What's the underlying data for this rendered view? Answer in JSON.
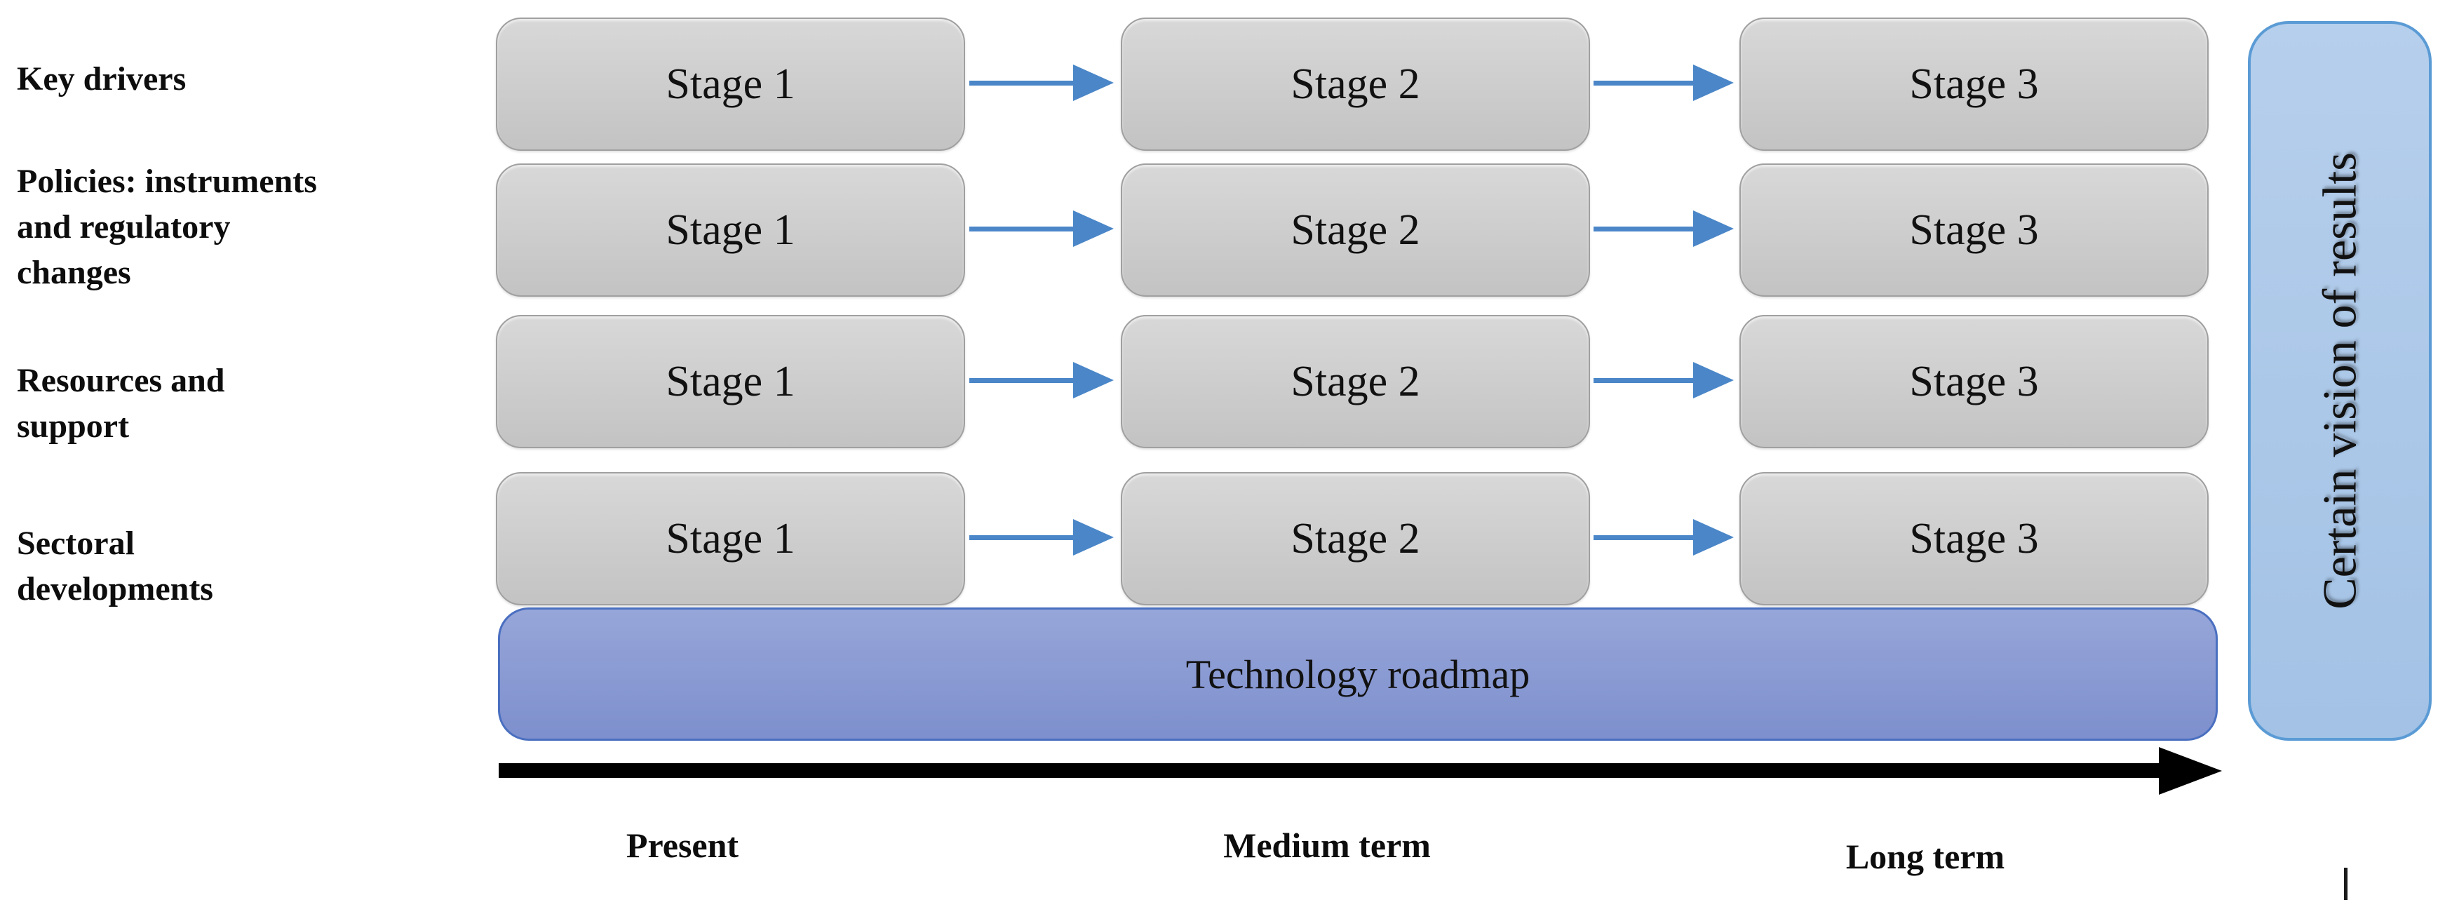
{
  "matrix": {
    "row_labels": [
      "Key drivers",
      "Policies: instruments\nand regulatory\nchanges",
      "Resources and\nsupport",
      "Sectoral\ndevelopments"
    ],
    "stage_labels": [
      "Stage 1",
      "Stage 2",
      "Stage 3"
    ]
  },
  "roadmap_label": "Technology roadmap",
  "vision_label": "Certain vision of results",
  "timeline_labels": [
    "Present",
    "Medium term",
    "Long term"
  ],
  "colors": {
    "box-top": "#d8d8d8",
    "box-bottom": "#c3c3c3",
    "box-border": "#a0a0a0",
    "arrow-blue": "#4a86c8",
    "bar-top": "#97a6d9",
    "bar-bottom": "#7d8fcd",
    "bar-border": "#4a6fc0",
    "vision-top": "#b6cfec",
    "vision-bottom": "#a3c2e5",
    "vision-border": "#5b9bd5",
    "timeline-black": "#000000"
  }
}
